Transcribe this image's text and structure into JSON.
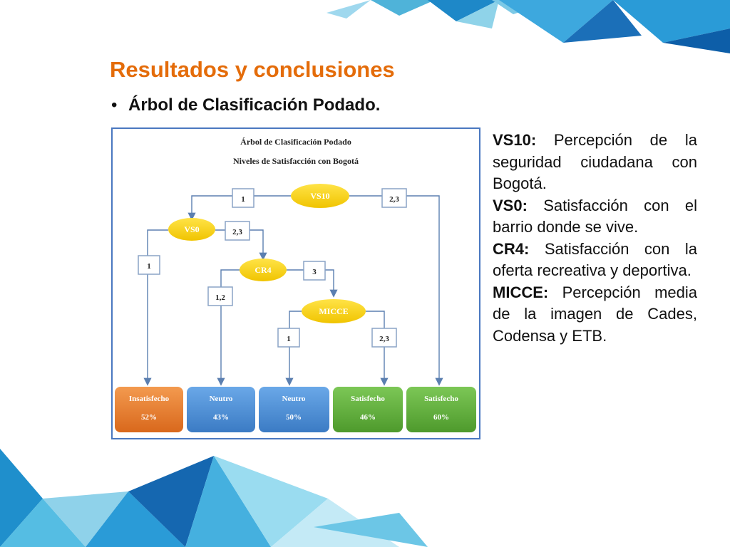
{
  "slide": {
    "title": "Resultados y conclusiones",
    "bullet": "Árbol de Clasificación Podado."
  },
  "diagram": {
    "title_line1": "Árbol de Clasificación Podado",
    "title_line2": "Niveles de Satisfacción con Bogotá",
    "nodes": {
      "vs10": "VS10",
      "vs0": "VS0",
      "cr4": "CR4",
      "micce": "MICCE"
    },
    "edge_labels": {
      "vs10_left": "1",
      "vs10_right": "2,3",
      "vs0_left": "1",
      "vs0_right": "2,3",
      "cr4_left": "1,2",
      "cr4_right": "3",
      "micce_left": "1",
      "micce_right": "2,3"
    },
    "leaves": [
      {
        "label": "Insatisfecho",
        "value": "52%",
        "color": "#e8792b"
      },
      {
        "label": "Neutro",
        "value": "43%",
        "color": "#4a8fd6"
      },
      {
        "label": "Neutro",
        "value": "50%",
        "color": "#4a8fd6"
      },
      {
        "label": "Satisfecho",
        "value": "46%",
        "color": "#5fae3a"
      },
      {
        "label": "Satisfecho",
        "value": "60%",
        "color": "#5fae3a"
      }
    ]
  },
  "legend": [
    {
      "term": "VS10:",
      "desc": " Percepción de la seguridad ciudadana con Bogotá."
    },
    {
      "term": "VS0:",
      "desc": " Satisfacción con el barrio donde se vive."
    },
    {
      "term": "CR4:",
      "desc": " Satisfacción con la oferta recreativa y deportiva."
    },
    {
      "term": "MICCE:",
      "desc": " Percepción media de la imagen de Cades, Codensa y ETB."
    }
  ],
  "colors": {
    "title": "#e46c0a",
    "node_fill": "#f5d000",
    "node_text": "#ffffff",
    "arrow": "#5b7fb0",
    "frame": "#4a78c0"
  }
}
